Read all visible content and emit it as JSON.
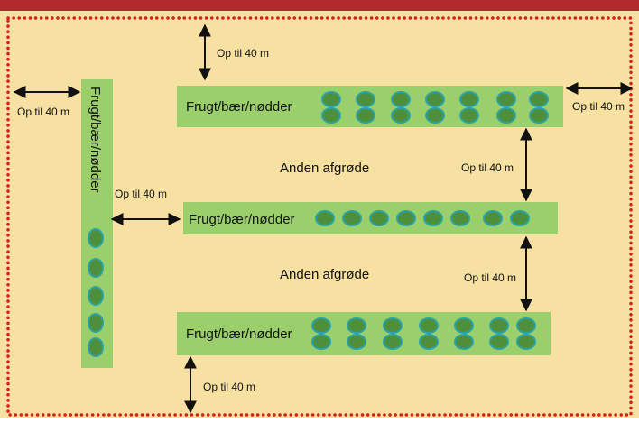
{
  "colors": {
    "field_background": "#f6e0a2",
    "top_band": "#b12a2a",
    "border_dots": "#d21f1f",
    "strip_fill": "#9bcf6b",
    "bush_fill": "#4e8f3c",
    "bush_outline": "#2aa3a6",
    "arrow": "#111111",
    "text": "#111111"
  },
  "icons": {
    "bush": "round-shrub-icon",
    "arrow": "double-headed-arrow-icon"
  },
  "labels": {
    "strip_top": "Frugt/bær/nødder",
    "strip_middle": "Frugt/bær/nødder",
    "strip_bottom": "Frugt/bær/nødder",
    "strip_vertical": "Frugt/bær/nødder",
    "other_crop_upper": "Anden afgrøde",
    "other_crop_lower": "Anden afgrøde",
    "distance_top": "Op til 40 m",
    "distance_left": "Op til 40 m",
    "distance_right": "Op til 40 m",
    "distance_between_upper": "Op til 40 m",
    "distance_middle_left": "Op til 40 m",
    "distance_between_lower": "Op til 40 m",
    "distance_bottom": "Op til 40 m"
  }
}
